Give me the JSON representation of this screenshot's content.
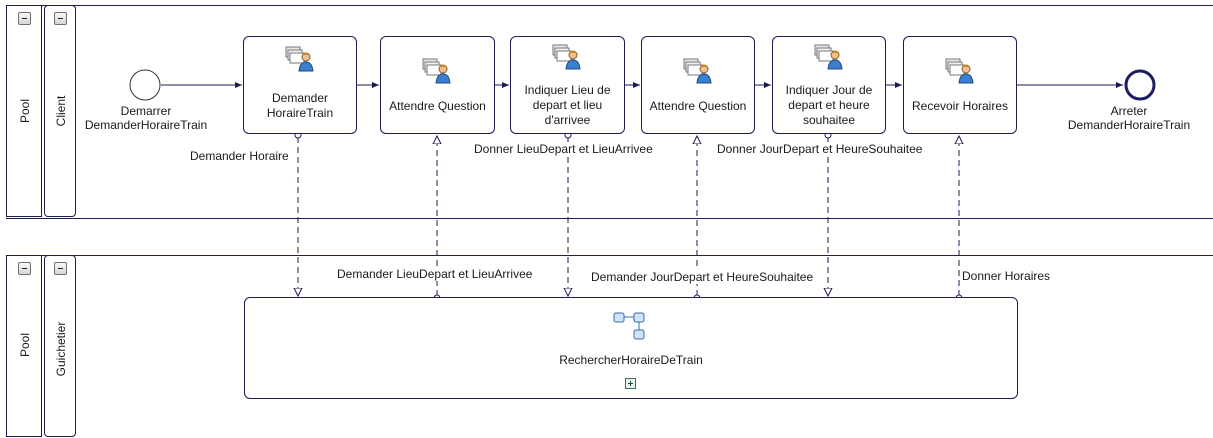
{
  "pools": [
    {
      "pool_label": "Pool",
      "lane_label": "Client"
    },
    {
      "pool_label": "Pool",
      "lane_label": "Guichetier"
    }
  ],
  "events": {
    "start": "Demarrer DemanderHoraireTrain",
    "end": "Arreter DemanderHoraireTrain"
  },
  "tasks": [
    {
      "label": "Demander HoraireTrain",
      "icon": "user-task-icon"
    },
    {
      "label": "Attendre Question",
      "icon": "user-task-icon"
    },
    {
      "label": "Indiquer Lieu de depart et lieu d'arrivee",
      "icon": "user-task-icon"
    },
    {
      "label": "Attendre Question",
      "icon": "user-task-icon"
    },
    {
      "label": "Indiquer Jour de depart et heure souhaitee",
      "icon": "user-task-icon"
    },
    {
      "label": "Recevoir Horaires",
      "icon": "user-task-icon"
    }
  ],
  "subprocess": {
    "label": "RechercherHoraireDeTrain",
    "icon": "subprocess-icon",
    "expand_icon": "expand-plus-icon"
  },
  "messages": {
    "m1": "Demander Horaire",
    "m2": "Demander LieuDepart et LieuArrivee",
    "m3": "Donner LieuDepart et LieuArrivee",
    "m4": "Demander JourDepart et HeureSouhaitee",
    "m5": "Donner JourDepart et HeureSouhaitee",
    "m6": "Donner Horaires"
  },
  "colors": {
    "line": "#1c1c50",
    "text": "#1a1a1a",
    "expand": "#3a6d5a"
  }
}
